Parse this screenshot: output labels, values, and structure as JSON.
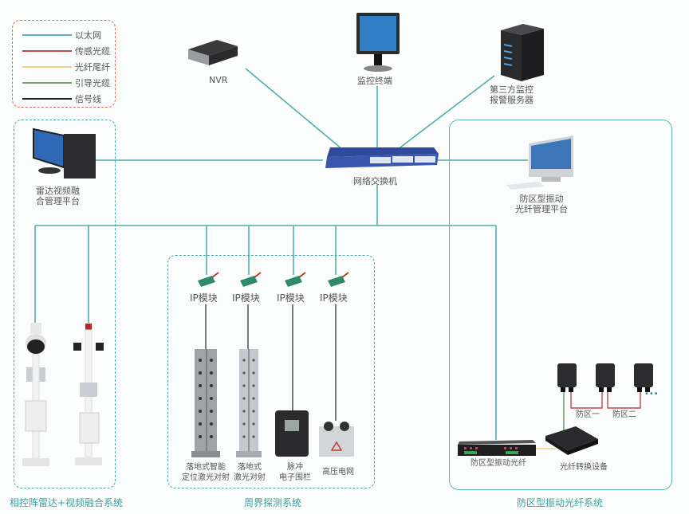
{
  "legend": {
    "items": [
      {
        "label": "以太网",
        "color": "#5fb3c0"
      },
      {
        "label": "传感光缆",
        "color": "#c0474a"
      },
      {
        "label": "光纤尾纤",
        "color": "#f2d08a"
      },
      {
        "label": "引导光缆",
        "color": "#7da07a"
      },
      {
        "label": "信号线",
        "color": "#222222"
      }
    ]
  },
  "nodes": {
    "nvr": "NVR",
    "monitor_terminal": "监控终端",
    "third_party_server": [
      "第三方监控",
      "报警服务器"
    ],
    "switch": "网络交换机",
    "radar_platform": [
      "雷达视频融",
      "合管理平台"
    ],
    "fiber_platform": [
      "防区型振动",
      "光纤管理平台"
    ],
    "ip_modules": [
      "IP模块",
      "IP模块",
      "IP模块",
      "IP模块"
    ],
    "detectors": [
      [
        "落地式智能",
        "定位激光对射"
      ],
      [
        "落地式",
        "激光对射"
      ],
      [
        "脉冲",
        "电子围栏"
      ],
      [
        "高压电网"
      ]
    ],
    "vibration_fiber": "防区型振动光纤",
    "fiber_converter": "光纤转换设备",
    "zones": [
      "防区一",
      "防区二"
    ],
    "ellipsis": "•••"
  },
  "systems": {
    "radar_video": "相控阵雷达+视频融合系统",
    "perimeter": "周界探测系统",
    "vibration_fiber": "防区型振动光纤系统"
  },
  "colors": {
    "ethernet": "#5fb3c0",
    "sensing": "#c0474a",
    "pigtail": "#f2d08a",
    "lead": "#7da07a",
    "signal": "#222222",
    "system_label": "#3aa5a0"
  }
}
